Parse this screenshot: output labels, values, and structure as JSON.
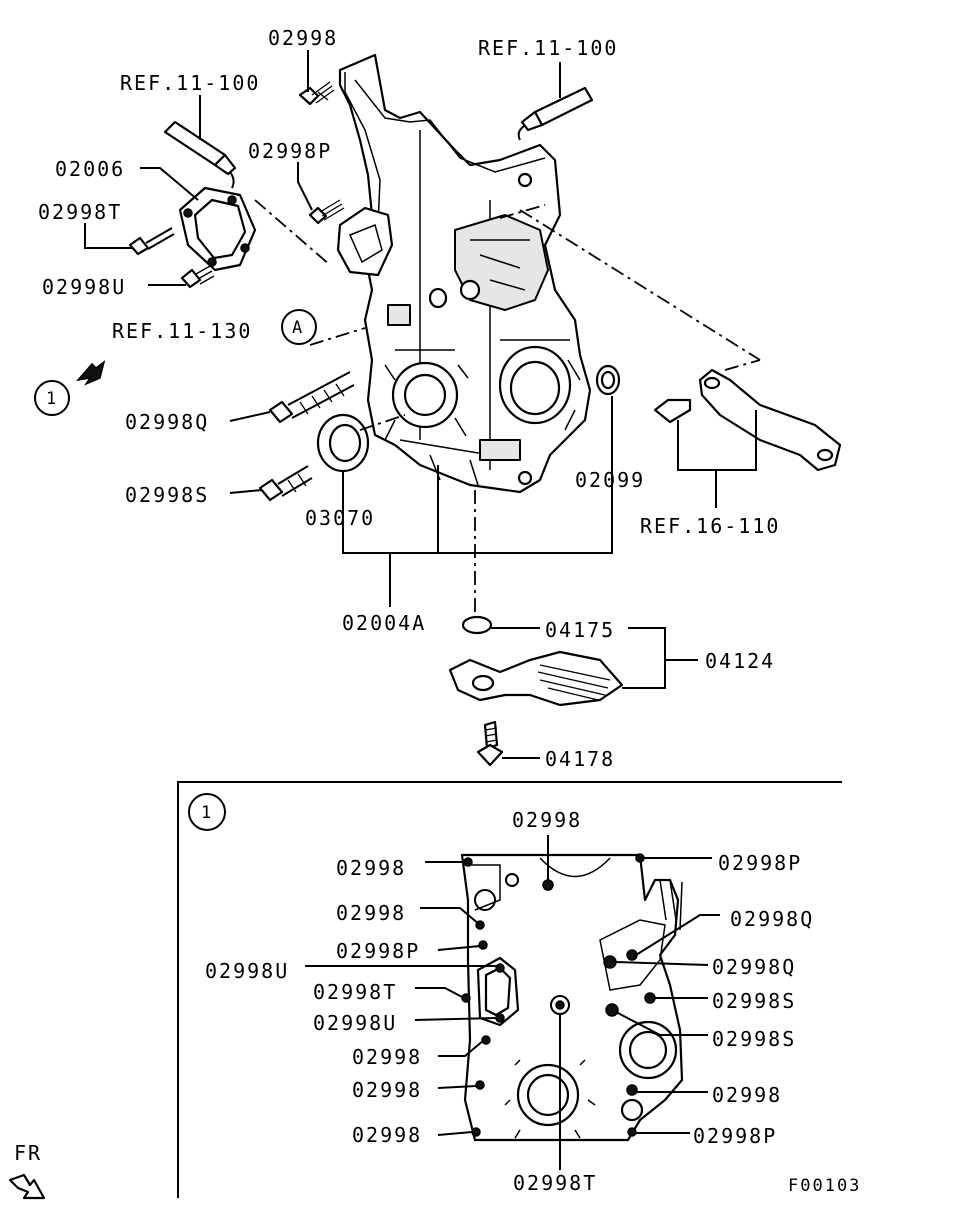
{
  "main_diagram": {
    "labels": {
      "bolt_top": "02998",
      "ref_left": "REF.11-100",
      "ref_right": "REF.11-100",
      "bolt_p": "02998P",
      "cover_plate": "02006",
      "bolt_t": "02998T",
      "bolt_u": "02998U",
      "ref_130": "REF.11-130",
      "callout_a": "A",
      "view_marker": "1",
      "bolt_q": "02998Q",
      "bolt_s": "02998S",
      "oil_seal": "03070",
      "o_ring": "02099",
      "ref_16": "REF.16-110",
      "case_assy": "02004A",
      "gasket": "04175",
      "strainer": "04124",
      "strainer_bolt": "04178"
    }
  },
  "detail_view": {
    "marker": "1",
    "labels": {
      "top_center": "02998",
      "l1": "02998",
      "l2": "02998",
      "l3": "02998P",
      "l4": "02998U",
      "l5": "02998T",
      "l6": "02998U",
      "l7": "02998",
      "l8": "02998",
      "l9": "02998",
      "bottom_center": "02998T",
      "r1": "02998P",
      "r2": "02998Q",
      "r3": "02998Q",
      "r4": "02998S",
      "r5": "02998S",
      "r6": "02998",
      "r7": "02998P"
    }
  },
  "footer": {
    "direction": "FR",
    "figure_code": "F00103"
  }
}
